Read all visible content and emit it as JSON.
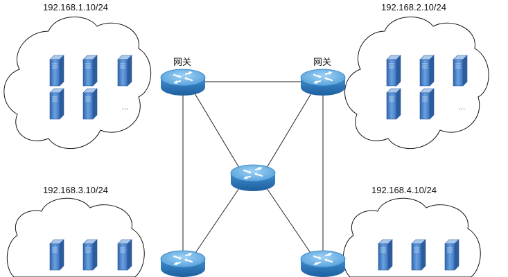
{
  "networks": {
    "top_left": {
      "subnet": "192.168.1.10/24",
      "ellipsis": "..."
    },
    "top_right": {
      "subnet": "192.168.2.10/24",
      "ellipsis": "..."
    },
    "bottom_left": {
      "subnet": "192.168.3.10/24"
    },
    "bottom_right": {
      "subnet": "192.168.4.10/24"
    }
  },
  "gateways": {
    "top_left": {
      "label": "网关"
    },
    "top_right": {
      "label": "网关"
    }
  },
  "colors": {
    "router_top": "#5aa9e0",
    "router_side": "#2f7fc1",
    "server_face": "#5b93d6",
    "server_side": "#3f6fb4",
    "link_line": "#222222",
    "cloud_stroke": "#111111"
  },
  "icons": {
    "router": "router-icon",
    "server": "server-icon",
    "cloud": "cloud-icon"
  }
}
